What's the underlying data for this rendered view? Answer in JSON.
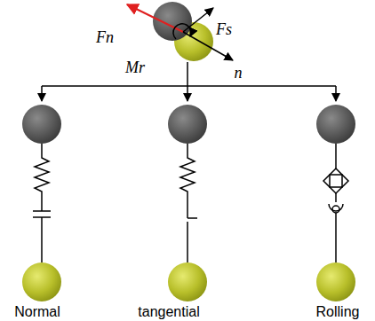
{
  "diagram": {
    "labels": [
      "Fn",
      "Fs",
      "Mr",
      "n",
      "Normal",
      "tangential",
      "Rolling"
    ]
  }
}
